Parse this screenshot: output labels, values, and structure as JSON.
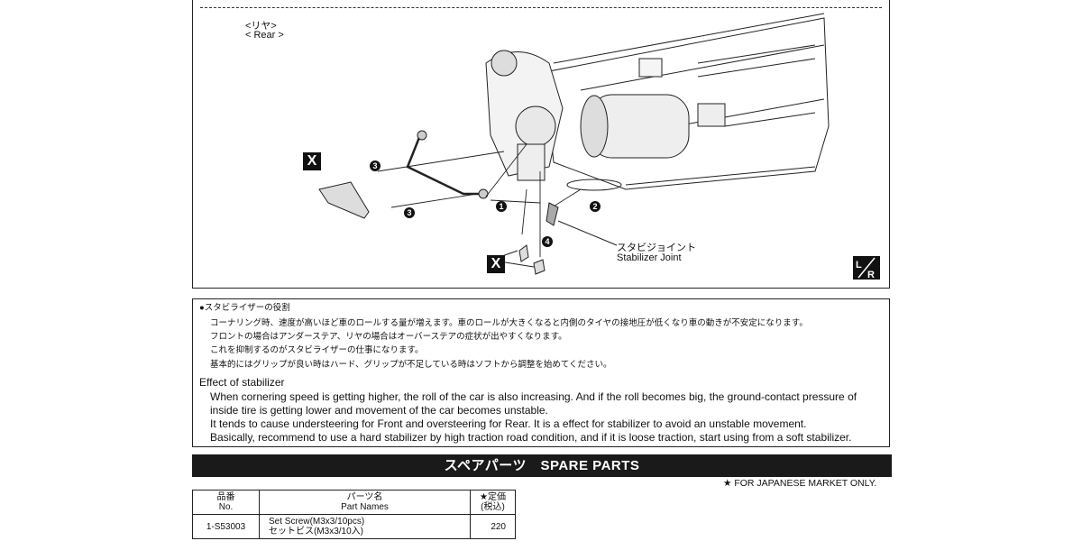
{
  "diagram": {
    "rear_label_ja": "<リヤ>",
    "rear_label_en": "< Rear >",
    "steps": [
      "1",
      "2",
      "3",
      "3",
      "4"
    ],
    "x_marker": "X",
    "joint_label_ja": "スタビジョイント",
    "joint_label_en": "Stabilizer Joint",
    "lr_icon_text": "L/R"
  },
  "explanation": {
    "title_ja": "●スタビライザーの役割",
    "lines_ja": [
      "コーナリング時、速度が高いほど車のロールする量が増えます。車のロールが大きくなると内側のタイヤの接地圧が低くなり車の動きが不安定になります。",
      "フロントの場合はアンダーステア、リヤの場合はオーバーステアの症状が出やすくなります。",
      "これを抑制するのがスタビライザーの仕事になります。",
      "基本的にはグリップが良い時はハード、グリップが不足している時はソフトから調整を始めてください。"
    ],
    "title_en": "Effect of stabilizer",
    "lines_en": [
      "When cornering speed is getting higher, the roll of the car is also increasing. And if the roll becomes big, the ground-contact pressure of",
      "inside tire is getting lower and movement of the car becomes unstable.",
      "It tends to cause understeering for Front and oversteering for Rear. It is a effect for stabilizer to avoid an unstable movement.",
      "Basically, recommend to use a hard stabilizer by high traction road condition, and if it is loose traction, start using from a soft stabilizer."
    ]
  },
  "spare": {
    "title": "スペアパーツ　SPARE PARTS",
    "market_note": "★ FOR JAPANESE MARKET ONLY."
  },
  "table": {
    "headers": {
      "no_ja": "品番",
      "no_en": "No.",
      "name_ja": "パーツ名",
      "name_en": "Part Names",
      "price_ja": "★定価",
      "price_en": "(税込)"
    },
    "rows": [
      {
        "no": "1-S53003",
        "name_en": "Set Screw(M3x3/10pcs)",
        "name_ja": "セットビス(M3x3/10入)",
        "price": "220"
      }
    ]
  }
}
